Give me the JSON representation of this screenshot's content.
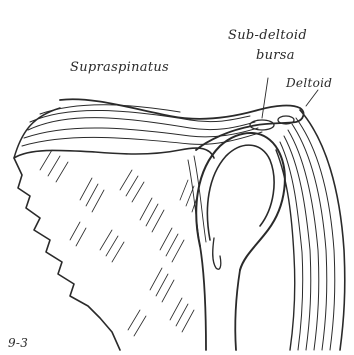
{
  "labels": {
    "supraspinatus": "Supraspinatus",
    "subdeltoid_line1": "Sub-deltoid",
    "subdeltoid_line2": "bursa",
    "deltoid": "Deltoid",
    "corner_mark": "9-3"
  },
  "colors": {
    "ink": "#2a2a2a",
    "paper": "#ffffff"
  }
}
